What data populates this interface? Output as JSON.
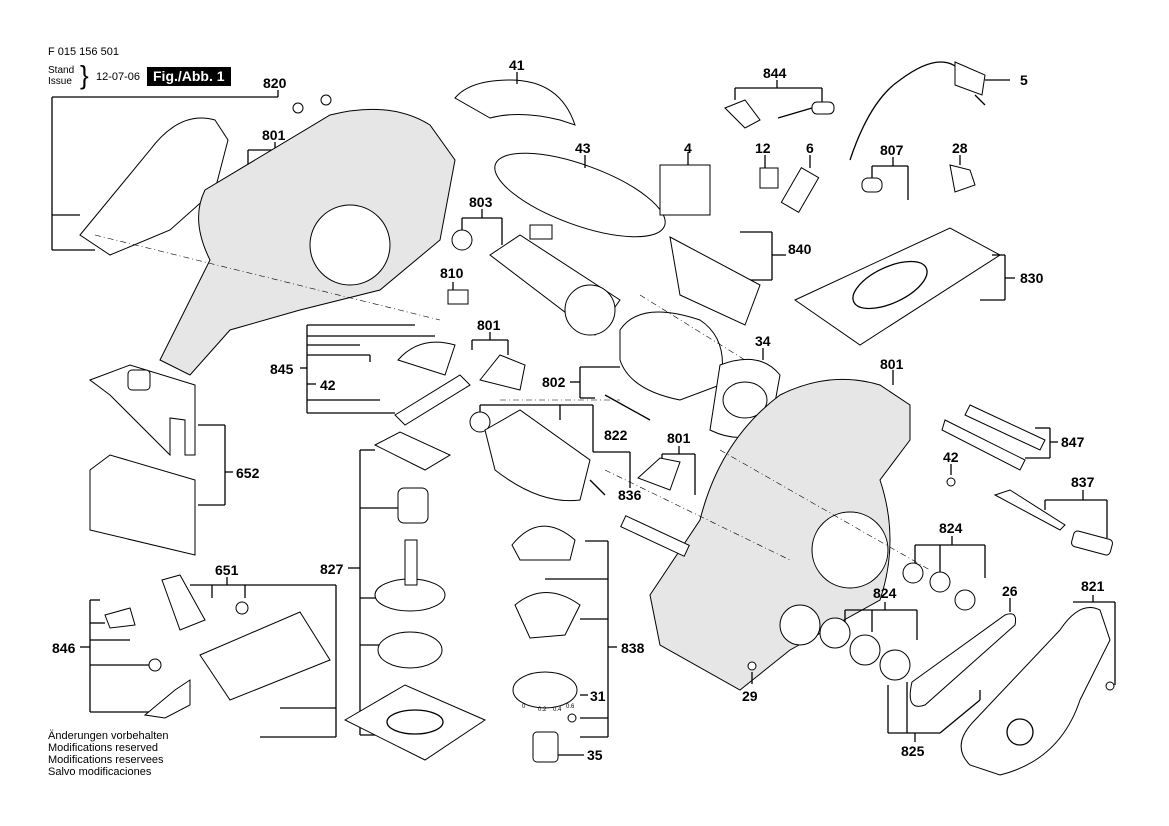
{
  "header": {
    "doc_number": "F 015 156 501",
    "stand_label": "Stand",
    "issue_label": "Issue",
    "date": "12-07-06",
    "figure_label": "Fig./Abb. 1"
  },
  "notes": [
    "Änderungen vorbehalten",
    "Modifications reserved",
    "Modifications reservees",
    "Salvo modificaciones"
  ],
  "part_labels": {
    "p820": "820",
    "p801a": "801",
    "p41": "41",
    "p43": "43",
    "p844": "844",
    "p5": "5",
    "p803": "803",
    "p4": "4",
    "p12": "12",
    "p6": "6",
    "p807": "807",
    "p28": "28",
    "p840": "840",
    "p830": "830",
    "p810": "810",
    "p801b": "801",
    "p845": "845",
    "p42a": "42",
    "p34": "34",
    "p802": "802",
    "p801c": "801",
    "p652": "652",
    "p822": "822",
    "p801d": "801",
    "p836": "836",
    "p847": "847",
    "p42b": "42",
    "p837": "837",
    "p827": "827",
    "p651": "651",
    "p824a": "824",
    "p824b": "824",
    "p26": "26",
    "p821": "821",
    "p846": "846",
    "p838": "838",
    "p31": "31",
    "p29": "29",
    "p35": "35",
    "p825": "825"
  },
  "dial_scale": [
    "0",
    "0.2",
    "0.4",
    "0.6"
  ]
}
